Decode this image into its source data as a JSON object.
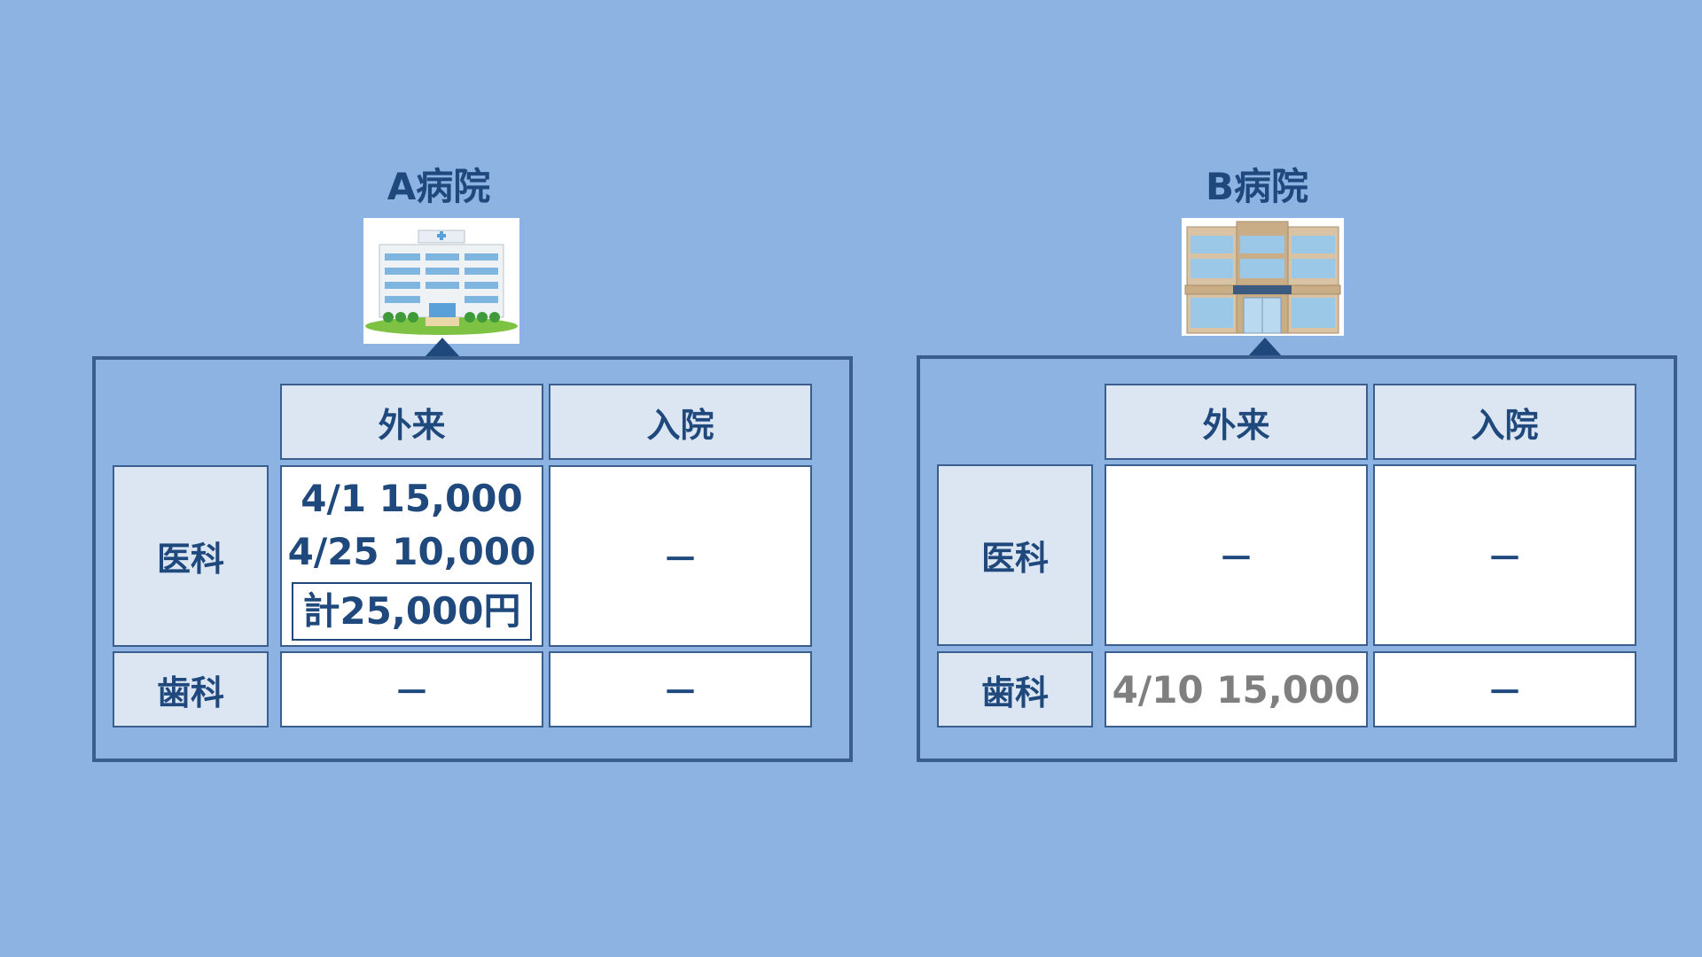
{
  "hospitals": [
    {
      "name": "A病院",
      "headers": {
        "outpatient": "外来",
        "inpatient": "入院"
      },
      "rows": [
        {
          "label": "医科",
          "outpatient_lines": [
            "4/1 15,000",
            "4/25 10,000"
          ],
          "outpatient_total": "計25,000円",
          "inpatient": "－"
        },
        {
          "label": "歯科",
          "outpatient": "－",
          "inpatient": "－"
        }
      ]
    },
    {
      "name": "B病院",
      "headers": {
        "outpatient": "外来",
        "inpatient": "入院"
      },
      "rows": [
        {
          "label": "医科",
          "outpatient": "－",
          "inpatient": "－"
        },
        {
          "label": "歯科",
          "outpatient": "4/10 15,000",
          "inpatient": "－"
        }
      ]
    }
  ],
  "colors": {
    "background": "#8db3e2",
    "header_cell": "#dce6f2",
    "text": "#1f497d",
    "border": "#3a5f8f",
    "gray_text": "#7f7f7f"
  }
}
